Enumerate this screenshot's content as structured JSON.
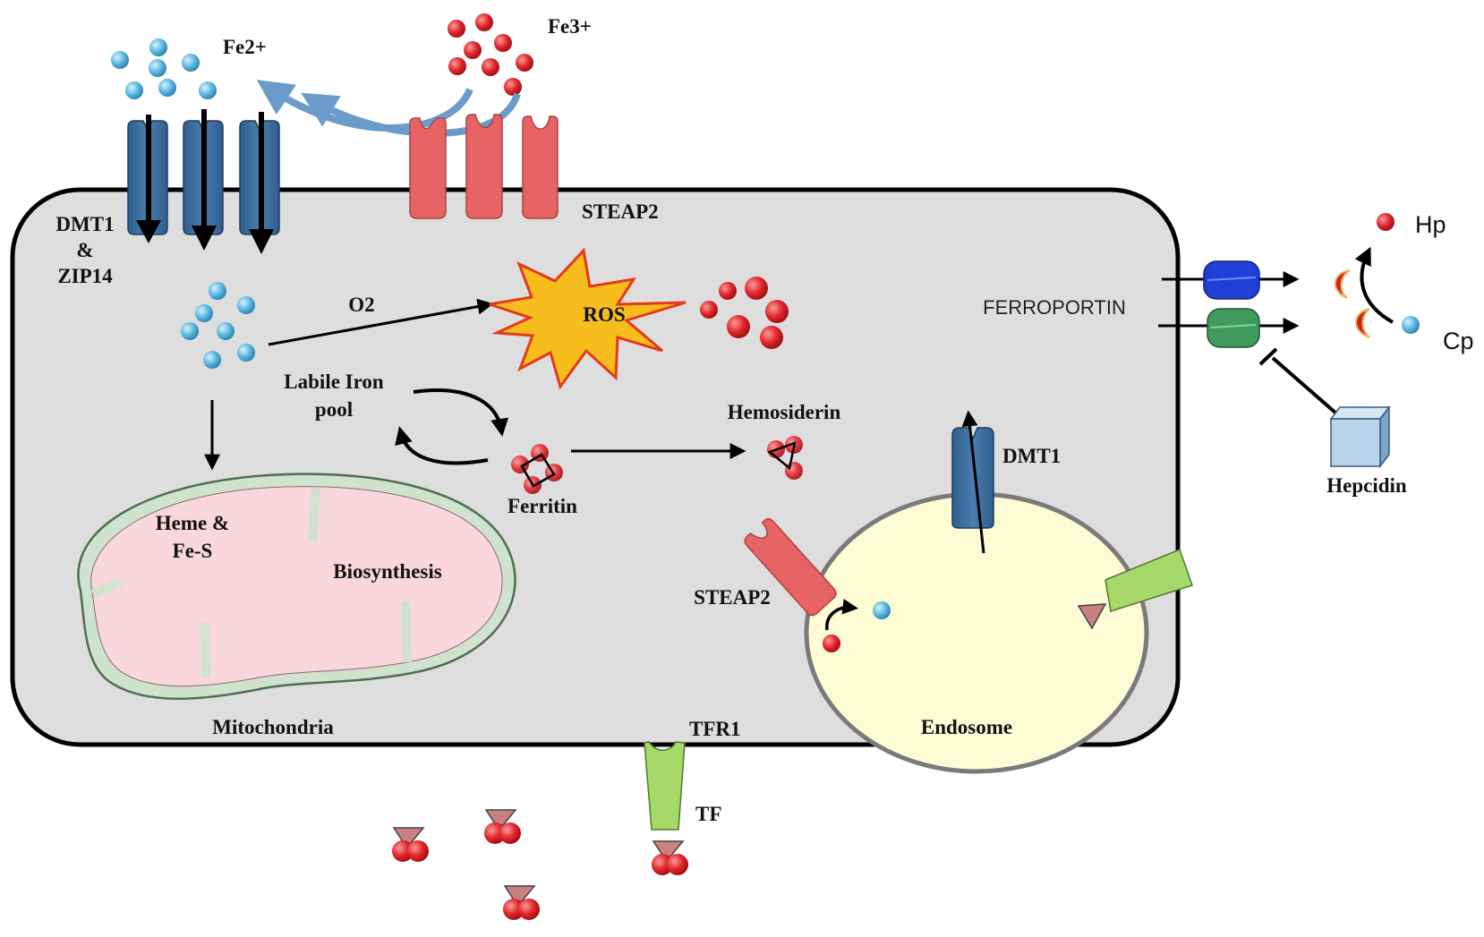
{
  "title": "Cellular iron metabolism",
  "colors": {
    "cell_fill": "#dedede",
    "cell_stroke": "#000000",
    "fe2_ion": "#5ab8e0",
    "fe3_ion": "#e0262b",
    "dmt1_channel": "#3d6e9e",
    "steap2": "#e86464",
    "ros_burst": "#f6bd1c",
    "ros_outline": "#e33a1a",
    "mito_outer": "#cfe3cf",
    "mito_inner": "#f9d7dc",
    "endosome": "#fdfcd5",
    "endosome_stroke": "#7a7a7a",
    "tfr1": "#a6d86a",
    "ferroportin_blue": "#1f3fd6",
    "ferroportin_green": "#3f9a5c",
    "hepcidin_cube": "#b8d3ea",
    "reduction_arrow": "#6b9cc9"
  },
  "labels": {
    "fe2": "Fe2+",
    "fe3": "Fe3+",
    "dmt1_zip14_line1": "DMT1",
    "dmt1_zip14_line2": "&",
    "dmt1_zip14_line3": "ZIP14",
    "steap2_membrane": "STEAP2",
    "o2": "O2",
    "ros": "ROS",
    "labile_line1": "Labile Iron",
    "labile_line2": "pool",
    "ferritin": "Ferritin",
    "hemosiderin": "Hemosiderin",
    "mito_heme_line1": "Heme &",
    "mito_heme_line2": "Fe-S",
    "mito_biosynthesis": "Biosynthesis",
    "mitochondria": "Mitochondria",
    "dmt1_endosome": "DMT1",
    "steap2_endosome": "STEAP2",
    "endosome": "Endosome",
    "tfr1": "TFR1",
    "tf": "TF",
    "ferroportin": "FERROPORTIN",
    "hp": "Hp",
    "cp": "Cp",
    "hepcidin": "Hepcidin"
  }
}
